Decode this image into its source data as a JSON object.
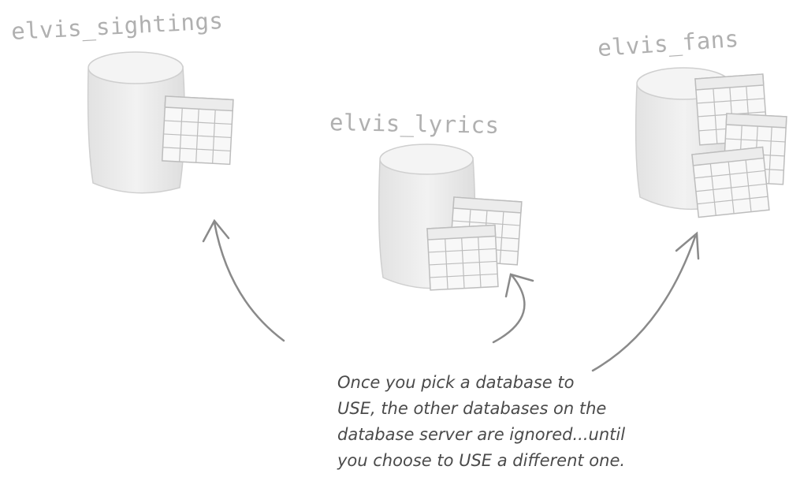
{
  "databases": {
    "sightings": "elvis_sightings",
    "lyrics": "elvis_lyrics",
    "fans": "elvis_fans"
  },
  "caption": {
    "line1": "Once you pick a database to",
    "line2": "USE, the other databases on the",
    "line3": "database server are ignored...until",
    "line4": "you choose to USE a different one."
  },
  "colors": {
    "label": "#b0b0b0",
    "cylinder_fill": "#ececec",
    "cylinder_stroke": "#c8c8c8",
    "table_fill": "#f7f7f7",
    "table_stroke": "#bdbdbd",
    "arrow": "#8a8a8a",
    "caption_text": "#4a4a4a"
  }
}
